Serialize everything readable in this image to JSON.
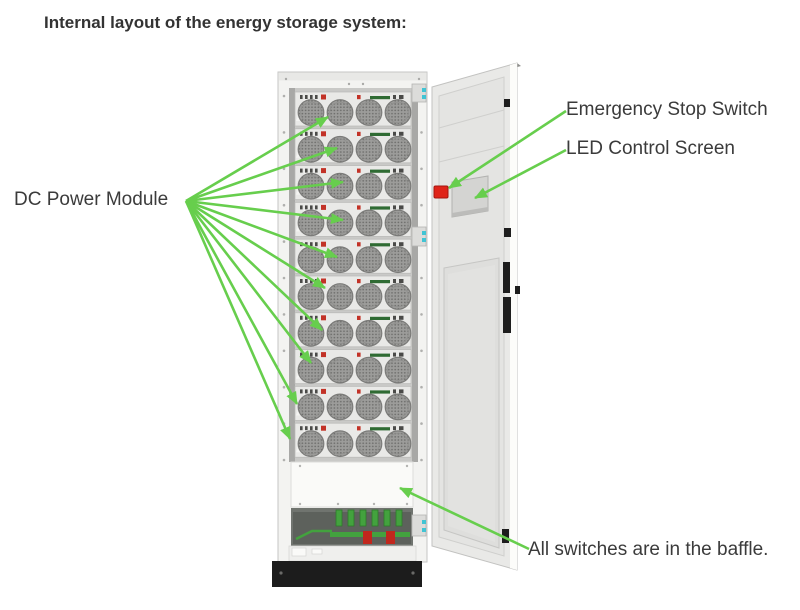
{
  "title": "Internal layout of the energy storage system:",
  "labels": {
    "dc_power_module": "DC Power Module",
    "emergency_stop_switch": "Emergency Stop Switch",
    "led_control_screen": "LED Control Screen",
    "baffle_note": "All switches are in the baffle."
  },
  "diagram": {
    "module_count": 10,
    "fans_per_module": 4,
    "colors": {
      "arrow_green": "#67ce4d",
      "emergency_stop_red": "#df2419",
      "connector_green": "#43a23e",
      "indicator_red": "#c23227",
      "led_bar_green": "#2f6b33",
      "hinge_accent_cyan": "#41c4d4",
      "base_black": "#1c1c1c",
      "cabinet_gray": "#f3f3f1",
      "text_dark": "#3b3b3b"
    }
  }
}
